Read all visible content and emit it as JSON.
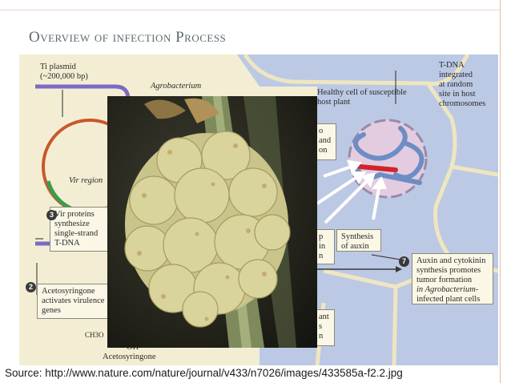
{
  "slide": {
    "title": "Overview of infection Process",
    "source": "Source: http://www.nature.com/nature/journal/v433/n7026/images/433585a-f2.2.jpg"
  },
  "diagram": {
    "ti_plasmid": "Ti plasmid",
    "ti_size": "(~200,000 bp)",
    "agrobacterium": "Agrobacterium",
    "vir_region": "Vir region",
    "healthy_cell_1": "Healthy cell of susceptible",
    "healthy_cell_2": "host plant",
    "tdna_1": "T-DNA",
    "tdna_2": "integrated",
    "tdna_3": "at random",
    "tdna_4": "site in host",
    "tdna_5": "chromosomes",
    "step3_num": "3",
    "step3_1": "Vir proteins",
    "step3_2": "synthesize",
    "step3_3": "single-strand",
    "step3_4": "T-DNA",
    "step2_num": "2",
    "step2_1": "Acetosyringone",
    "step2_2": "activates virulence",
    "step2_3": "genes",
    "synth_1": "Synthesis",
    "synth_2": "of auxin",
    "step7_num": "7",
    "step7_1": "Auxin and cytokinin",
    "step7_2": "synthesis promotes",
    "step7_3": "tumor formation",
    "step7_4": "in Agrobacterium-",
    "step7_5": "infected plant cells",
    "partial_right_1": "o",
    "partial_right_2": "and",
    "partial_right_3": "on",
    "partial_mid_1": "p in",
    "partial_mid_2": "n",
    "partial_bot_1": "ant",
    "partial_bot_2": "s",
    "partial_bot_3": "n",
    "ch3o": "CH3O",
    "oh": "OH",
    "acetosyringone": "Acetosyringone"
  }
}
